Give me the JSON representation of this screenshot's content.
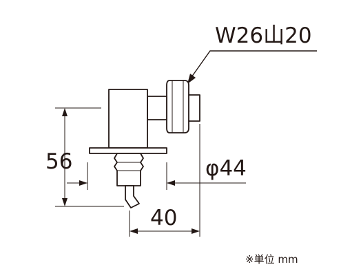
{
  "labels": {
    "thread": "W26山20",
    "height": "56",
    "diameter": "φ44",
    "width": "40",
    "unit_note": "※単位 mm"
  }
}
